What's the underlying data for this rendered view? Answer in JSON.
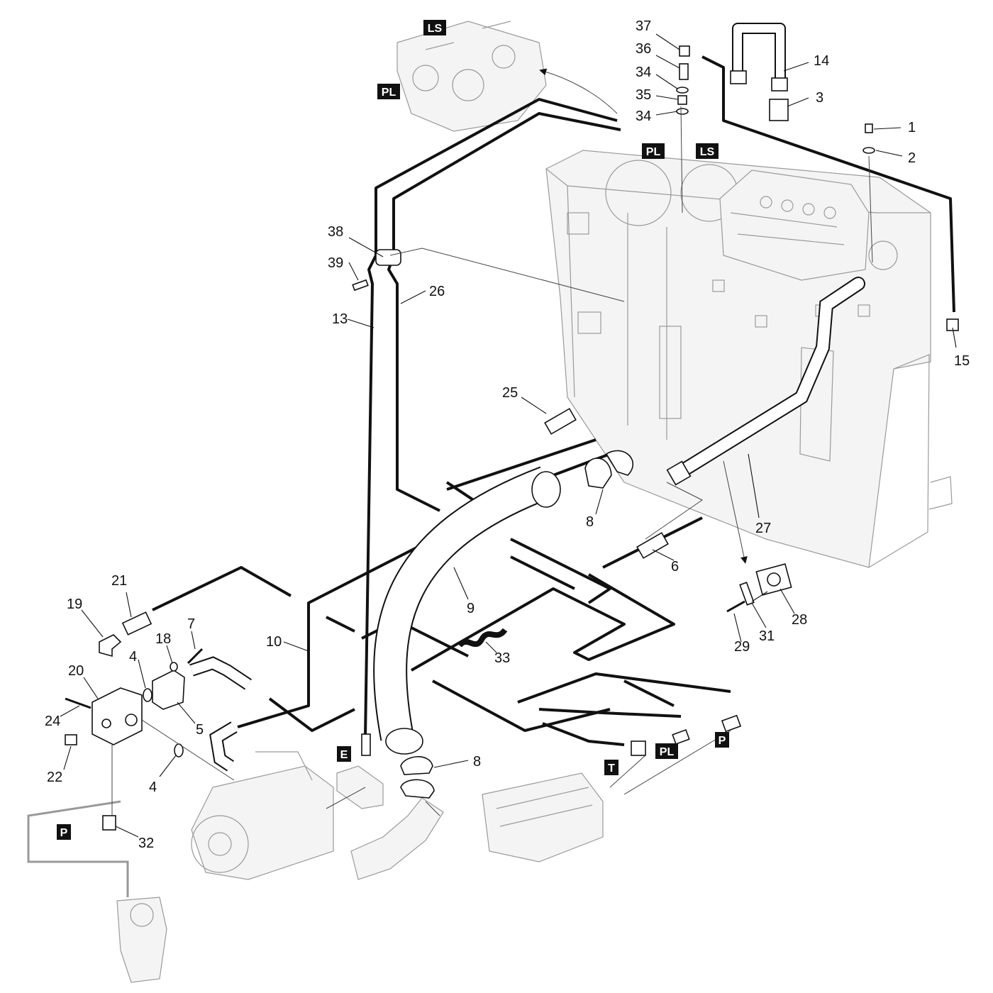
{
  "callouts": [
    {
      "id": "c1",
      "text": "1"
    },
    {
      "id": "c2",
      "text": "2"
    },
    {
      "id": "c3",
      "text": "3"
    },
    {
      "id": "c4a",
      "text": "4"
    },
    {
      "id": "c4b",
      "text": "4"
    },
    {
      "id": "c5",
      "text": "5"
    },
    {
      "id": "c6",
      "text": "6"
    },
    {
      "id": "c7",
      "text": "7"
    },
    {
      "id": "c8a",
      "text": "8"
    },
    {
      "id": "c8b",
      "text": "8"
    },
    {
      "id": "c9",
      "text": "9"
    },
    {
      "id": "c10",
      "text": "10"
    },
    {
      "id": "c13",
      "text": "13"
    },
    {
      "id": "c14",
      "text": "14"
    },
    {
      "id": "c15",
      "text": "15"
    },
    {
      "id": "c18",
      "text": "18"
    },
    {
      "id": "c19",
      "text": "19"
    },
    {
      "id": "c20",
      "text": "20"
    },
    {
      "id": "c21",
      "text": "21"
    },
    {
      "id": "c22",
      "text": "22"
    },
    {
      "id": "c24",
      "text": "24"
    },
    {
      "id": "c25",
      "text": "25"
    },
    {
      "id": "c26",
      "text": "26"
    },
    {
      "id": "c27",
      "text": "27"
    },
    {
      "id": "c28",
      "text": "28"
    },
    {
      "id": "c29",
      "text": "29"
    },
    {
      "id": "c31",
      "text": "31"
    },
    {
      "id": "c32",
      "text": "32"
    },
    {
      "id": "c33",
      "text": "33"
    },
    {
      "id": "c34a",
      "text": "34"
    },
    {
      "id": "c34b",
      "text": "34"
    },
    {
      "id": "c35",
      "text": "35"
    },
    {
      "id": "c36",
      "text": "36"
    },
    {
      "id": "c37",
      "text": "37"
    },
    {
      "id": "c38",
      "text": "38"
    },
    {
      "id": "c39",
      "text": "39"
    }
  ],
  "port_tags": [
    {
      "id": "t_ls_top",
      "text": "LS"
    },
    {
      "id": "t_pl_top",
      "text": "PL"
    },
    {
      "id": "t_pl_mid",
      "text": "PL"
    },
    {
      "id": "t_ls_mid",
      "text": "LS"
    },
    {
      "id": "t_e",
      "text": "E"
    },
    {
      "id": "t_t",
      "text": "T"
    },
    {
      "id": "t_pl_bot",
      "text": "PL"
    },
    {
      "id": "t_p_bot",
      "text": "P"
    },
    {
      "id": "t_p_left",
      "text": "P"
    }
  ]
}
